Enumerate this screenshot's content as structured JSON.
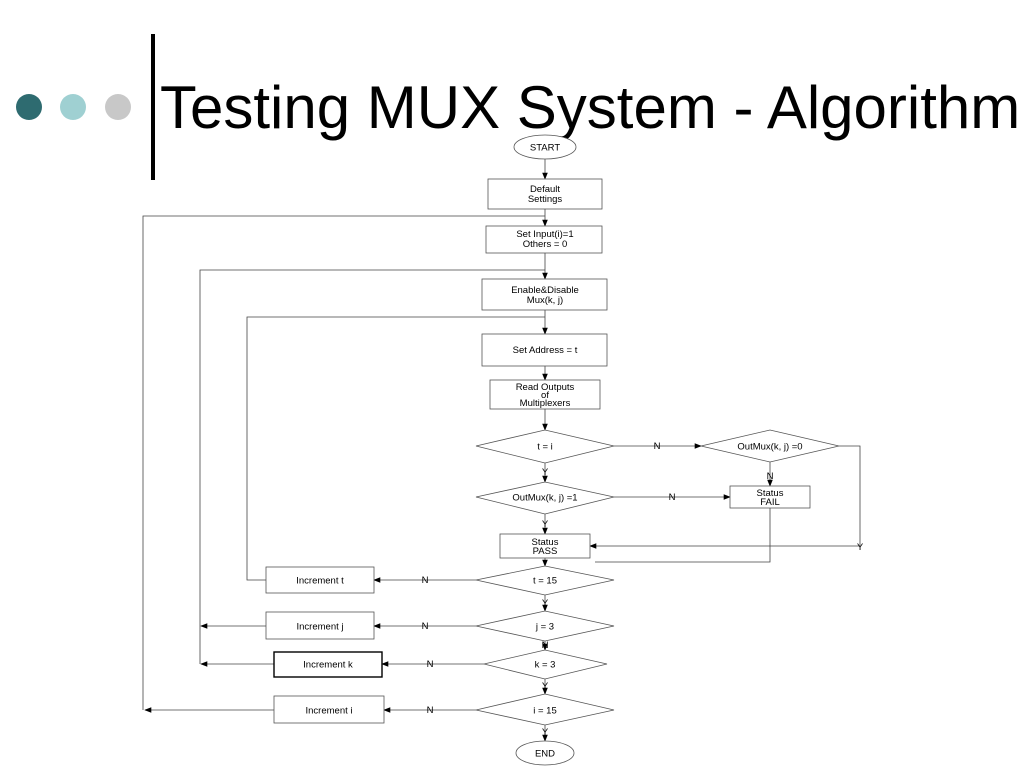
{
  "slide": {
    "title": "Testing MUX System - Algorithm",
    "dot_colors": [
      "#2e6b70",
      "#9fd0d2",
      "#c8c8c8"
    ]
  },
  "flowchart": {
    "start": "START",
    "default_settings": [
      "Default",
      "Settings"
    ],
    "set_input": [
      "Set Input(i)=1",
      "Others = 0"
    ],
    "enable_disable": [
      "Enable&Disable",
      "Mux(k, j)"
    ],
    "set_address": "Set Address = t",
    "read_outputs": [
      "Read Outputs",
      "of",
      "Multiplexers"
    ],
    "cond_t_eq_i": "t = i",
    "cond_outmux_0": "OutMux(k, j) =0",
    "cond_outmux_1": "OutMux(k, j) =1",
    "status_fail": [
      "Status",
      "FAIL"
    ],
    "status_pass": [
      "Status",
      "PASS"
    ],
    "cond_t_15": "t = 15",
    "cond_j_3": "j = 3",
    "cond_k_3": "k = 3",
    "cond_i_15": "i = 15",
    "increment_t": "Increment t",
    "increment_j": "Increment j",
    "increment_k": "Increment k",
    "increment_i": "Increment i",
    "end": "END",
    "label_yes": "Y",
    "label_no": "N"
  }
}
